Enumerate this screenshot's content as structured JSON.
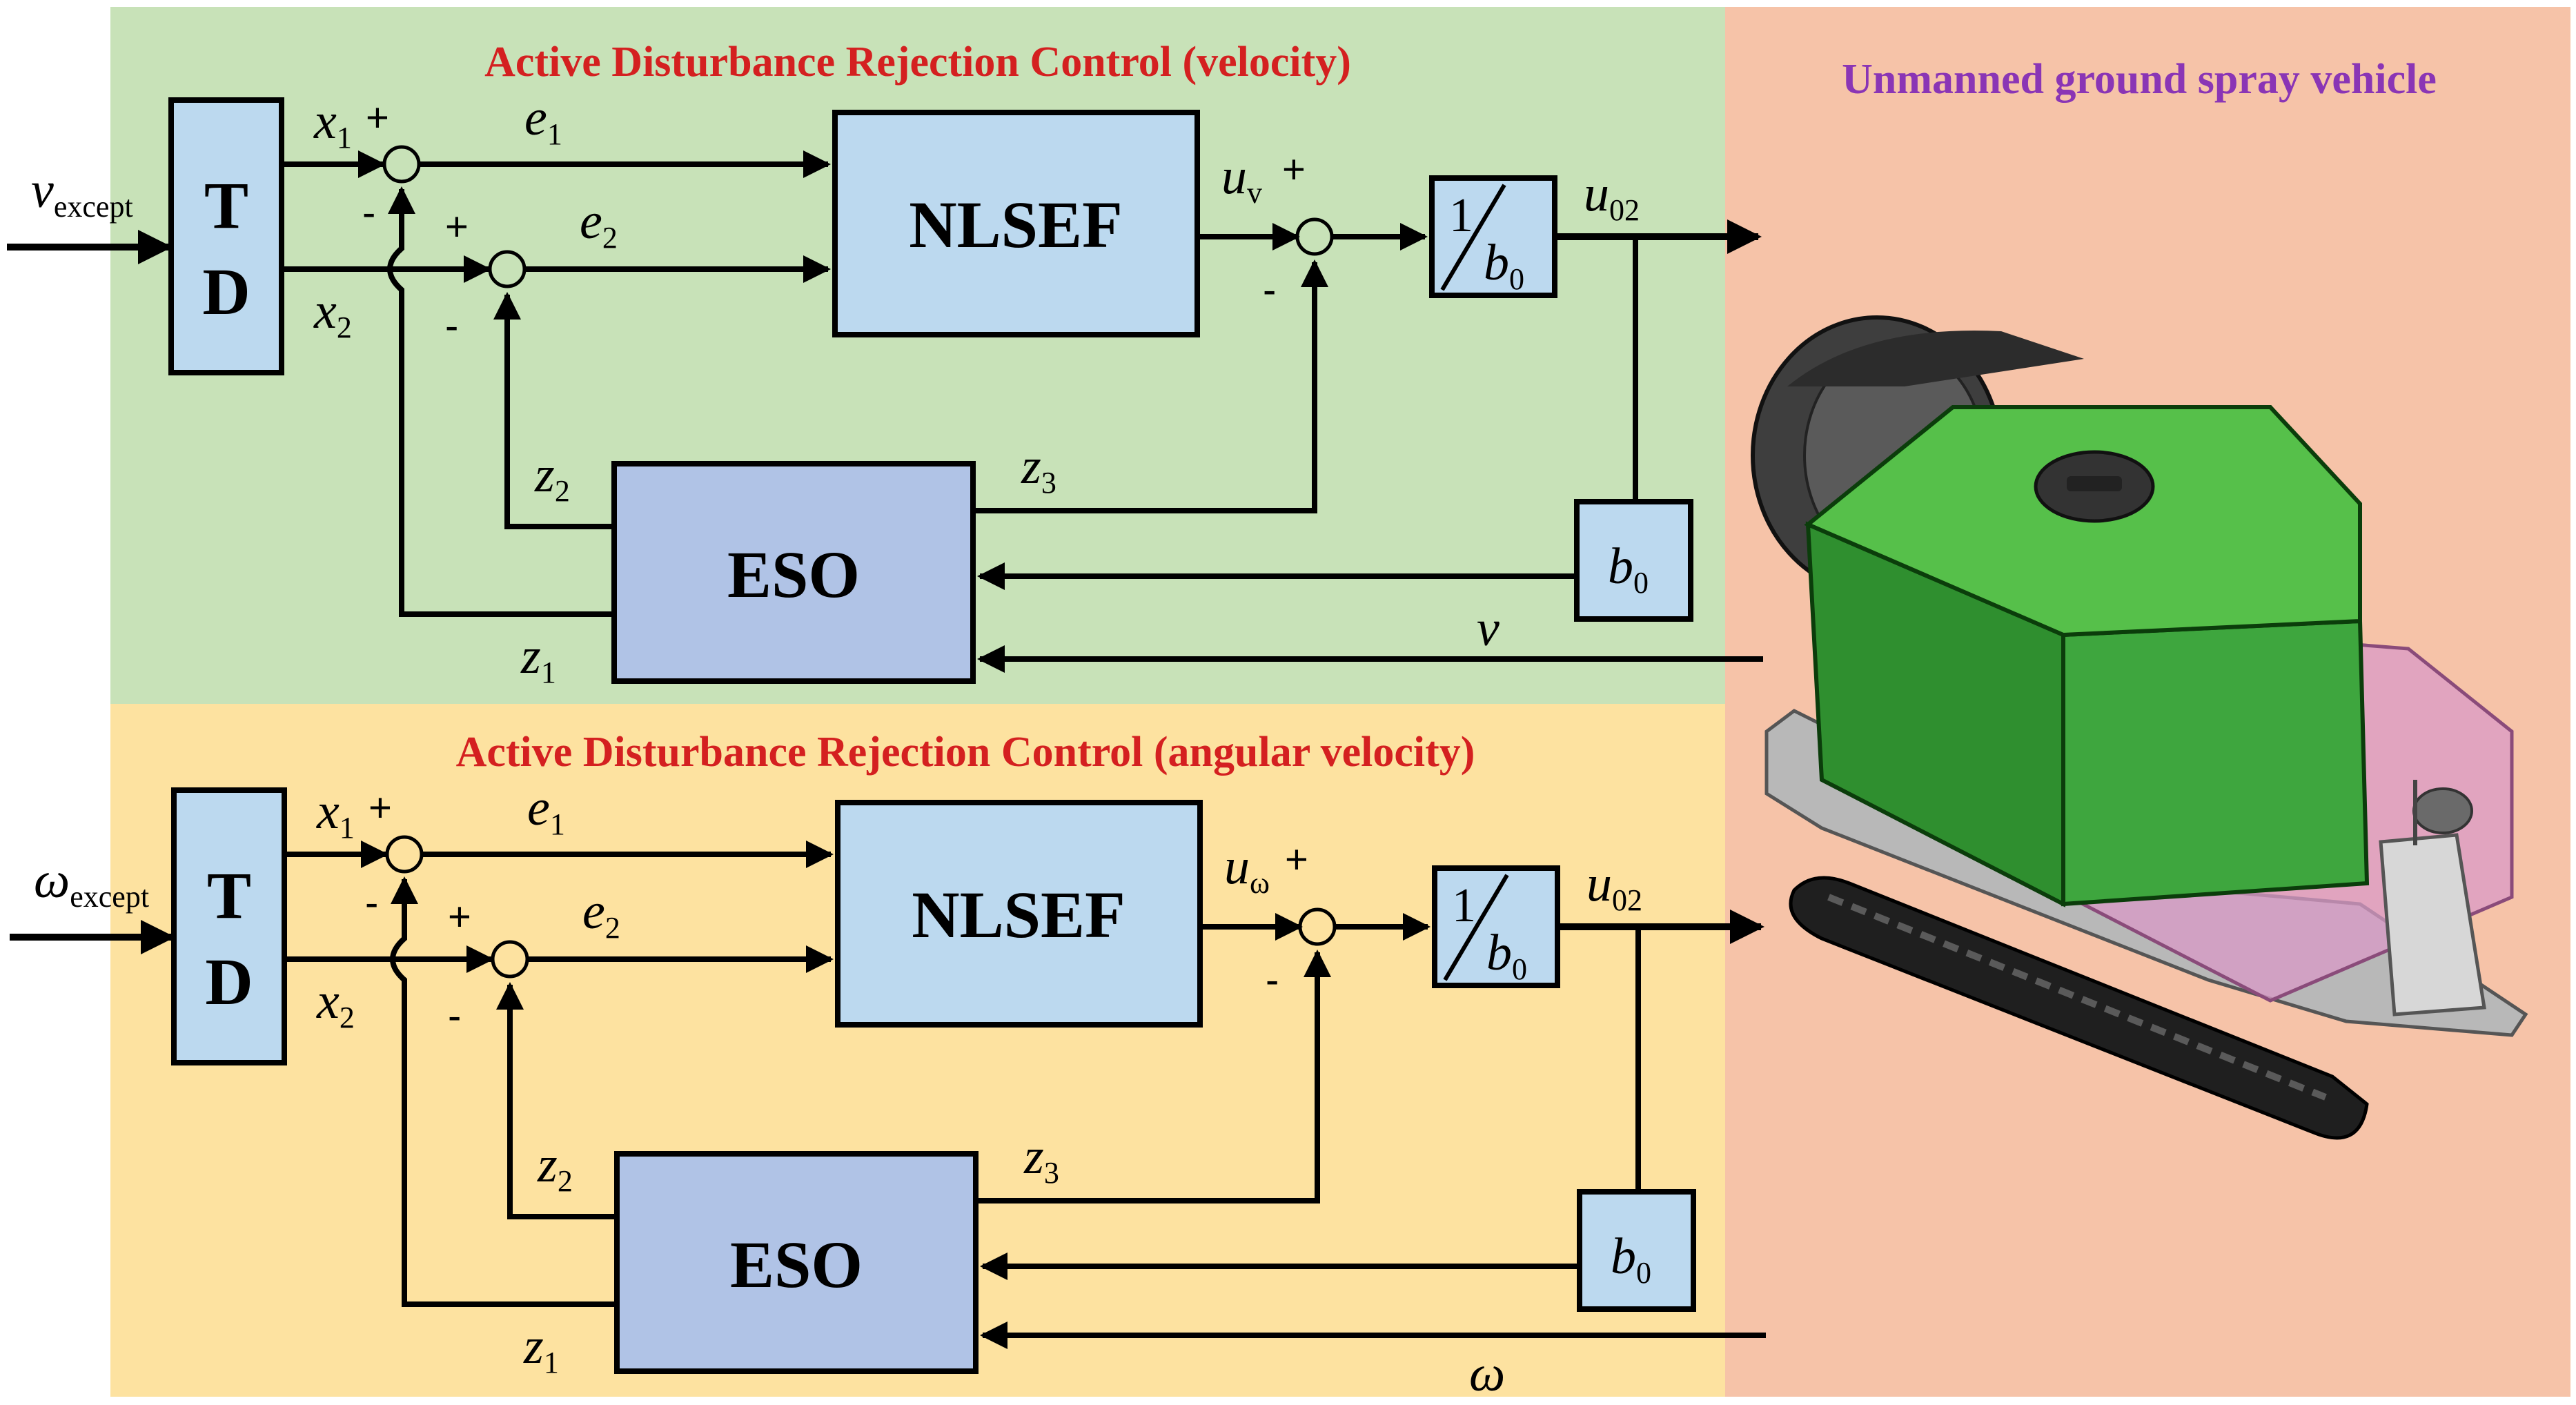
{
  "colors": {
    "top_panel": "#c8e2b8",
    "bottom_panel": "#fde2a0",
    "right_panel": "#f6c3a8",
    "block_fill": "#bcd9ef",
    "eso_fill": "#b0c3e6",
    "title_red": "#d42020",
    "title_purple": "#8a35b5"
  },
  "vehicle_title": "Unmanned ground spray vehicle",
  "loops": [
    {
      "title": "Active Disturbance Rejection Control  (velocity)",
      "input": {
        "base": "v",
        "sub": "except"
      },
      "td": {
        "line1": "T",
        "line2": "D"
      },
      "nlsef": "NLSEF",
      "eso": "ESO",
      "x1": {
        "base": "x",
        "sub": "1"
      },
      "x2": {
        "base": "x",
        "sub": "2"
      },
      "e1": {
        "base": "e",
        "sub": "1"
      },
      "e2": {
        "base": "e",
        "sub": "2"
      },
      "u": {
        "base": "u",
        "sub": "v"
      },
      "u02": {
        "base": "u",
        "sub": "02"
      },
      "z1": {
        "base": "z",
        "sub": "1"
      },
      "z2": {
        "base": "z",
        "sub": "2"
      },
      "z3": {
        "base": "z",
        "sub": "3"
      },
      "gain": {
        "num": "1",
        "base": "b",
        "sub": "0"
      },
      "b0": {
        "base": "b",
        "sub": "0"
      },
      "feedback": "v",
      "plus": "+",
      "minus": "-"
    },
    {
      "title": "Active Disturbance Rejection Control  (angular velocity)",
      "input": {
        "base": "ω",
        "sub": "except"
      },
      "td": {
        "line1": "T",
        "line2": "D"
      },
      "nlsef": "NLSEF",
      "eso": "ESO",
      "x1": {
        "base": "x",
        "sub": "1"
      },
      "x2": {
        "base": "x",
        "sub": "2"
      },
      "e1": {
        "base": "e",
        "sub": "1"
      },
      "e2": {
        "base": "e",
        "sub": "2"
      },
      "u": {
        "base": "u",
        "sub": "ω"
      },
      "u02": {
        "base": "u",
        "sub": "02"
      },
      "z1": {
        "base": "z",
        "sub": "1"
      },
      "z2": {
        "base": "z",
        "sub": "2"
      },
      "z3": {
        "base": "z",
        "sub": "3"
      },
      "gain": {
        "num": "1",
        "base": "b",
        "sub": "0"
      },
      "b0": {
        "base": "b",
        "sub": "0"
      },
      "feedback": "ω",
      "plus": "+",
      "minus": "-"
    }
  ]
}
